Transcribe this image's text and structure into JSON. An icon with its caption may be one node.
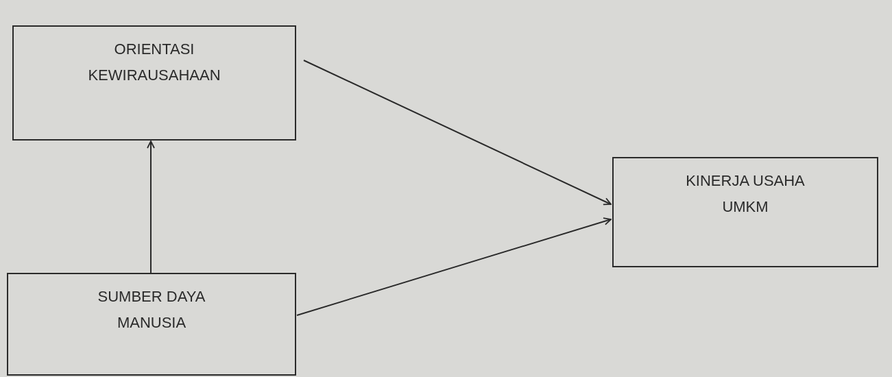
{
  "diagram": {
    "nodes": [
      {
        "text": [
          "ORIENTASI KEWIRAUSAHAAN"
        ]
      },
      {
        "text": [
          "SUMBER DAYA MANUSIA"
        ]
      },
      {
        "text": [
          "KINERJA USAHA UMKM"
        ]
      }
    ],
    "edges": [
      {
        "from": 1,
        "to": 0,
        "arrow": "to"
      },
      {
        "from": 0,
        "to": 2,
        "arrow": "to"
      },
      {
        "from": 1,
        "to": 2,
        "arrow": "to"
      }
    ]
  }
}
